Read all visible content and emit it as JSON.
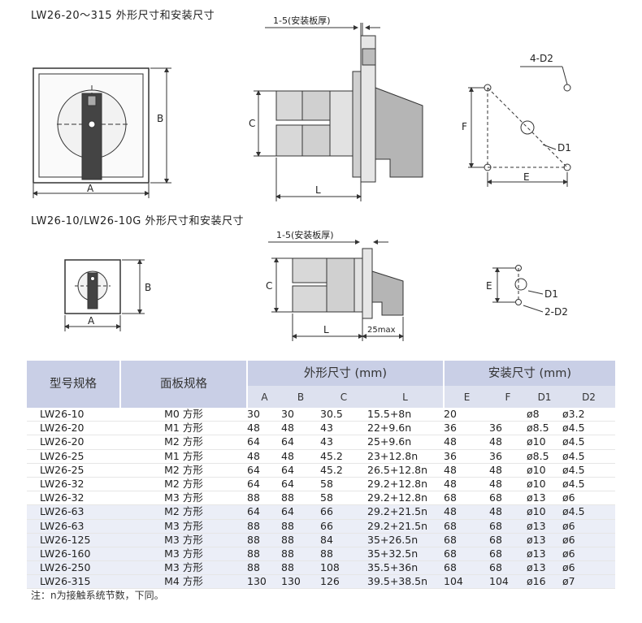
{
  "heading_top": "LW26-20～315 外形尺寸和安装尺寸",
  "heading_mid": "LW26-10/LW26-10G 外形尺寸和安装尺寸",
  "drawing_labels": {
    "panel_thickness": "1-5(安装板厚)",
    "A": "A",
    "B": "B",
    "C": "C",
    "L": "L",
    "E": "E",
    "F": "F",
    "D1": "D1",
    "four_D2": "4-D2",
    "two_D2": "2-D2",
    "max25": "25max"
  },
  "table": {
    "header_model": "型号规格",
    "header_panel": "面板规格",
    "header_outline": "外形尺寸 (mm)",
    "header_install": "安装尺寸 (mm)",
    "sub_headers": [
      "A",
      "B",
      "C",
      "L",
      "E",
      "F",
      "D1",
      "D2"
    ],
    "rows": [
      {
        "model": "LW26-10",
        "panel": "M0 方形",
        "A": "30",
        "B": "30",
        "C": "30.5",
        "L": "15.5+8n",
        "E": "20",
        "F": "",
        "D1": "ø8",
        "D2": "ø3.2"
      },
      {
        "model": "LW26-20",
        "panel": "M1 方形",
        "A": "48",
        "B": "48",
        "C": "43",
        "L": "22+9.6n",
        "E": "36",
        "F": "36",
        "D1": "ø8.5",
        "D2": "ø4.5"
      },
      {
        "model": "LW26-20",
        "panel": "M2 方形",
        "A": "64",
        "B": "64",
        "C": "43",
        "L": "25+9.6n",
        "E": "48",
        "F": "48",
        "D1": "ø10",
        "D2": "ø4.5"
      },
      {
        "model": "LW26-25",
        "panel": "M1 方形",
        "A": "48",
        "B": "48",
        "C": "45.2",
        "L": "23+12.8n",
        "E": "36",
        "F": "36",
        "D1": "ø8.5",
        "D2": "ø4.5"
      },
      {
        "model": "LW26-25",
        "panel": "M2 方形",
        "A": "64",
        "B": "64",
        "C": "45.2",
        "L": "26.5+12.8n",
        "E": "48",
        "F": "48",
        "D1": "ø10",
        "D2": "ø4.5"
      },
      {
        "model": "LW26-32",
        "panel": "M2 方形",
        "A": "64",
        "B": "64",
        "C": "58",
        "L": "29.2+12.8n",
        "E": "48",
        "F": "48",
        "D1": "ø10",
        "D2": "ø4.5"
      },
      {
        "model": "LW26-32",
        "panel": "M3 方形",
        "A": "88",
        "B": "88",
        "C": "58",
        "L": "29.2+12.8n",
        "E": "68",
        "F": "68",
        "D1": "ø13",
        "D2": "ø6"
      },
      {
        "model": "LW26-63",
        "panel": "M2 方形",
        "A": "64",
        "B": "64",
        "C": "66",
        "L": "29.2+21.5n",
        "E": "48",
        "F": "48",
        "D1": "ø10",
        "D2": "ø4.5"
      },
      {
        "model": "LW26-63",
        "panel": "M3 方形",
        "A": "88",
        "B": "88",
        "C": "66",
        "L": "29.2+21.5n",
        "E": "68",
        "F": "68",
        "D1": "ø13",
        "D2": "ø6"
      },
      {
        "model": "LW26-125",
        "panel": "M3 方形",
        "A": "88",
        "B": "88",
        "C": "84",
        "L": "35+26.5n",
        "E": "68",
        "F": "68",
        "D1": "ø13",
        "D2": "ø6"
      },
      {
        "model": "LW26-160",
        "panel": "M3 方形",
        "A": "88",
        "B": "88",
        "C": "88",
        "L": "35+32.5n",
        "E": "68",
        "F": "68",
        "D1": "ø13",
        "D2": "ø6"
      },
      {
        "model": "LW26-250",
        "panel": "M3 方形",
        "A": "88",
        "B": "88",
        "C": "108",
        "L": "35.5+36n",
        "E": "68",
        "F": "68",
        "D1": "ø13",
        "D2": "ø6"
      },
      {
        "model": "LW26-315",
        "panel": "M4 方形",
        "A": "130",
        "B": "130",
        "C": "126",
        "L": "39.5+38.5n",
        "E": "104",
        "F": "104",
        "D1": "ø16",
        "D2": "ø7"
      }
    ]
  },
  "note": "注：n为接触系统节数，下同。",
  "colors": {
    "header_dark": "#c9cfe6",
    "header_light": "#dde1ef",
    "row_shade": "#ebeef7",
    "line": "#333333",
    "part_fill": "#d8d8d8"
  }
}
